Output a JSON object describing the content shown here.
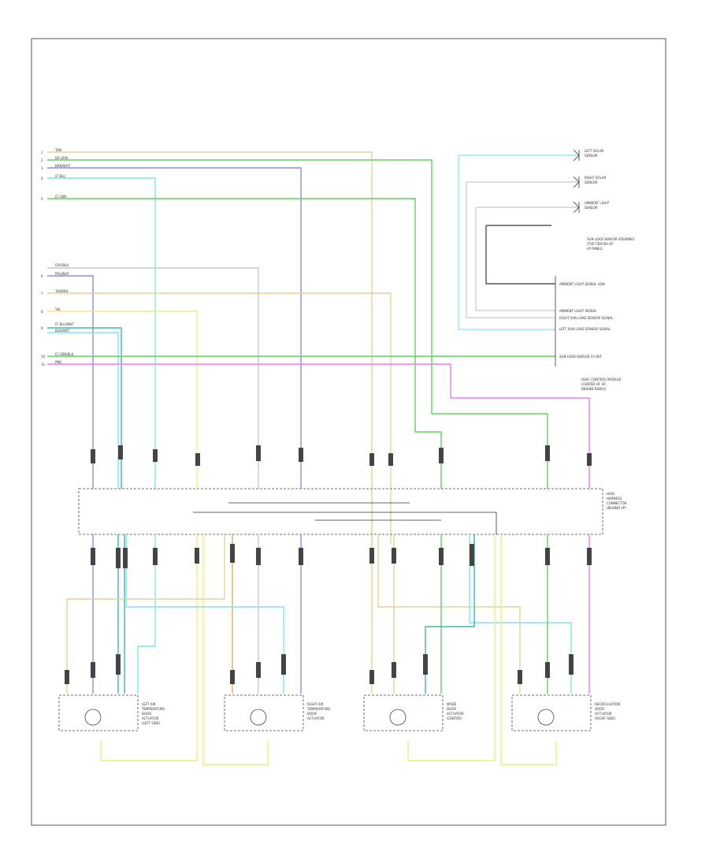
{
  "diagram": {
    "footer_code": "",
    "modules": [
      {
        "id": "left-sensor",
        "lines": [
          "LEFT SOLAR",
          "SENSOR"
        ]
      },
      {
        "id": "right-sensor",
        "lines": [
          "RIGHT SOLAR",
          "SENSOR"
        ]
      },
      {
        "id": "ambient-sensor",
        "lines": [
          "AMBIENT LIGHT",
          "SENSOR"
        ]
      },
      {
        "id": "sensor-assembly",
        "lines": [
          "SUN LOAD SENSOR ASSEMBLY",
          "(TOP CENTER OF",
          "I/P PANEL)"
        ]
      },
      {
        "id": "hvac-control",
        "lines": [
          "HVAC CONTROL MODULE",
          "(CENTER OF I/P,",
          "BEHIND RADIO)"
        ]
      },
      {
        "id": "hvac-harness",
        "lines": [
          "HVAC",
          "HARNESS",
          "CONNECTOR",
          "(BEHIND I/P)"
        ]
      },
      {
        "id": "actuator-1",
        "lines": [
          "LEFT AIR",
          "TEMPERATURE",
          "DOOR",
          "ACTUATOR",
          "(LEFT SIDE)"
        ]
      },
      {
        "id": "actuator-2",
        "lines": [
          "RIGHT AIR",
          "TEMPERATURE",
          "DOOR",
          "ACTUATOR"
        ]
      },
      {
        "id": "actuator-3",
        "lines": [
          "MODE",
          "DOOR",
          "ACTUATOR",
          "(CENTER)"
        ]
      },
      {
        "id": "actuator-4",
        "lines": [
          "RECIRCULATION",
          "DOOR",
          "ACTUATOR",
          "(RIGHT SIDE)"
        ]
      }
    ],
    "sensor_pins": [
      "AMBIENT LIGHT SIGNAL LOW",
      "AMBIENT LIGHT SIGNAL",
      "RIGHT SUN LOAD SENSOR SIGNAL",
      "LEFT SUN LOAD SENSOR SIGNAL",
      "SUN LOAD SENSOR 5V REF"
    ],
    "wire_colors": [
      "TAN",
      "DK GRN",
      "BRN/WHT",
      "LT BLU",
      "LT GRN",
      "GRY/BLK",
      "PPL/WHT",
      "TAN/BLK",
      "YEL",
      "LT BLU/WHT",
      "BLK/WHT",
      "LT GRN/BLK",
      "PNK"
    ],
    "palette": {
      "tan": "#e4d29c",
      "green": "#5fd25f",
      "blue": "#8a8aee",
      "cyan": "#7fe6ee",
      "yellow": "#eeee7a",
      "pink": "#f07cf0",
      "gray": "#c9c9c9",
      "orange": "#d8b060",
      "teal": "#48b3b3",
      "dark": "#333333"
    }
  }
}
